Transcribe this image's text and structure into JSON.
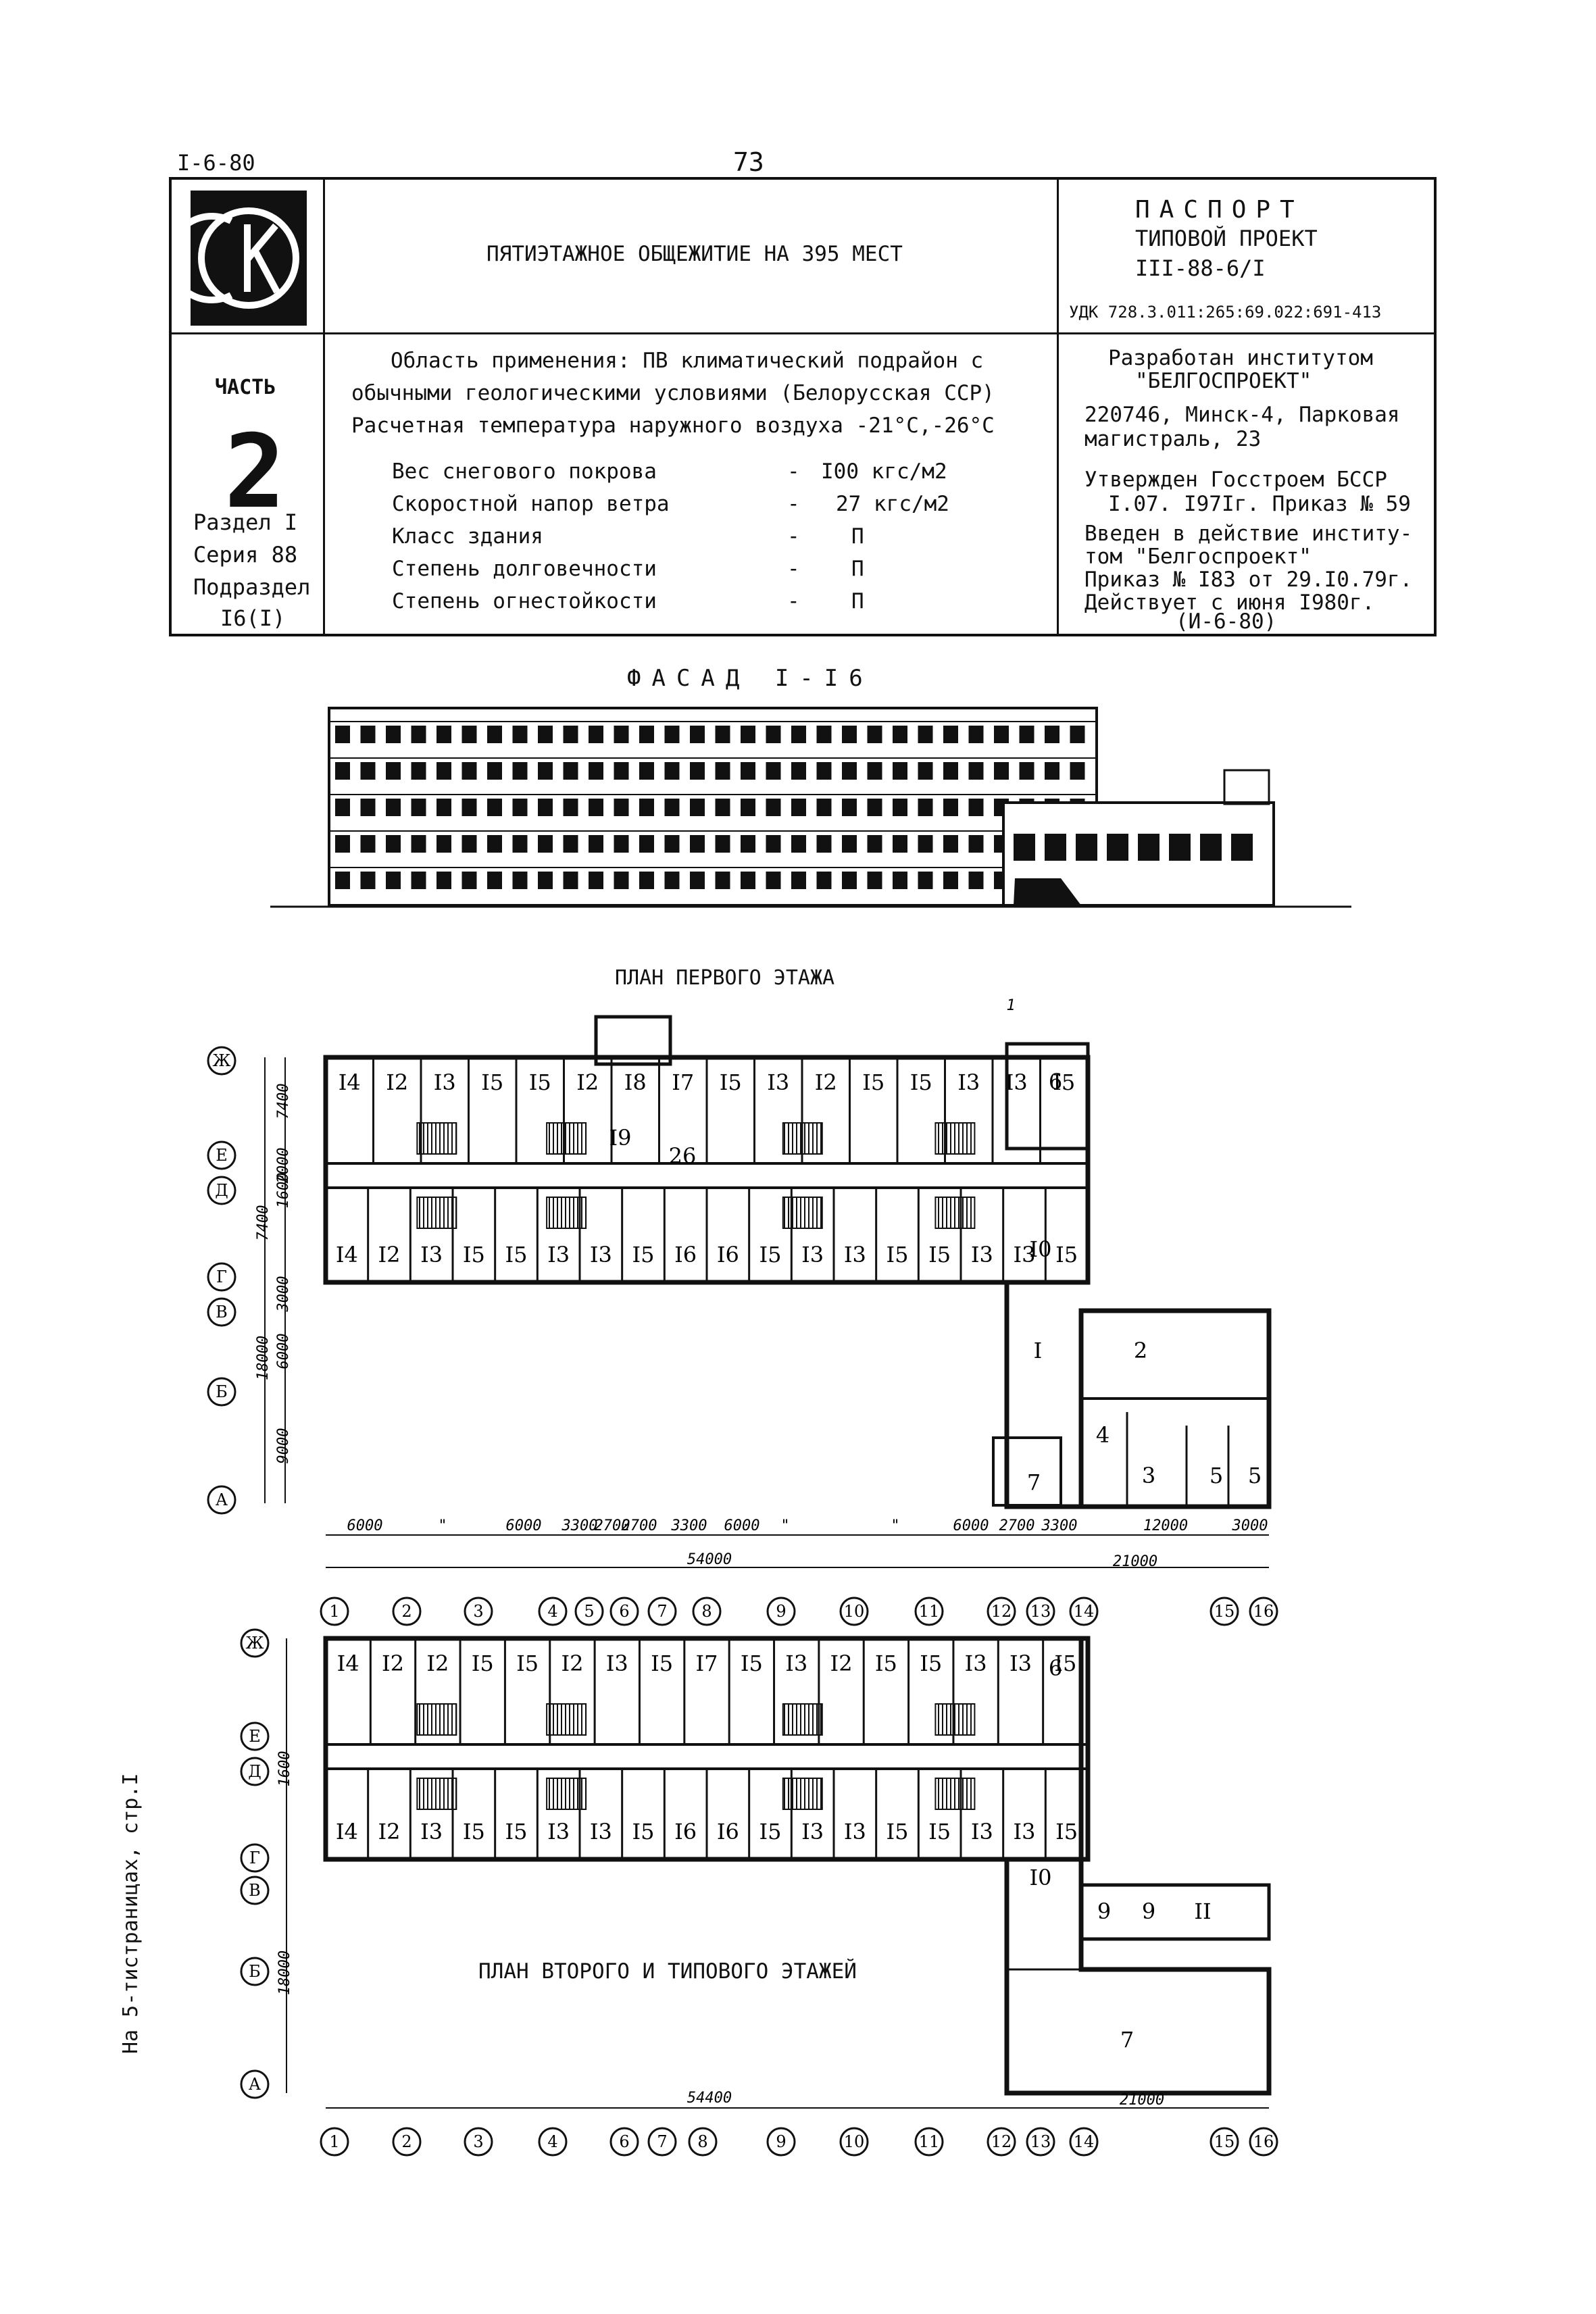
{
  "header": {
    "code": "I-6-80",
    "page_number": "73"
  },
  "passport": {
    "building_title": "ПЯТИЭТАЖНОЕ ОБЩЕЖИТИЕ НА 395 МЕСТ",
    "doc_title": "ПАСПОРТ",
    "doc_subtitle": "ТИПОВОЙ ПРОЕКТ",
    "project_number": "III-88-6/I",
    "udk": "УДК 728.3.011:265:69.022:691-413",
    "part_label": "ЧАСТЬ",
    "part_number": "2",
    "section_lines": [
      "Раздел I",
      "Серия 88",
      "Подраздел",
      "I6(I)"
    ],
    "area_lines": [
      "Область применения: ПВ климатический подрайон с",
      "обычными геологическими условиями (Белорусская ССР)",
      "Расчетная температура наружного воздуха -21°С,-26°С"
    ],
    "params": [
      {
        "name": "Вес снегового покрова",
        "dash": "-",
        "value": "I00 кгс/м2"
      },
      {
        "name": "Скоростной напор ветра",
        "dash": "-",
        "value": "27 кгс/м2"
      },
      {
        "name": "Класс здания",
        "dash": "-",
        "value": "П"
      },
      {
        "name": "Степень долговечности",
        "dash": "-",
        "value": "П"
      },
      {
        "name": "Степень огнестойкости",
        "dash": "-",
        "value": "П"
      }
    ],
    "developer_lines": [
      "Разработан институтом",
      "\"БЕЛГОСПРОЕКТ\"",
      "220746, Минск-4, Парковая",
      "магистраль, 23"
    ],
    "approval_lines": [
      "Утвержден Госстроем БССР",
      "I.07. I97Iг. Приказ № 59"
    ],
    "intro_lines": [
      "Введен в действие институ-",
      "том \"Белгоспроект\"",
      "Приказ № I83 от 29.I0.79г.",
      "Действует с июня I980г.",
      "(И-6-80)"
    ]
  },
  "facade": {
    "title": "ФАСАД I-I6"
  },
  "plan_first": {
    "title": "ПЛАН ПЕРВОГО ЭТАЖА",
    "rooms_top": [
      "I4",
      "I2",
      "I3",
      "I5",
      "I5",
      "I2",
      "I8",
      "I7",
      "I5",
      "I3",
      "I2",
      "I5",
      "I5",
      "I3",
      "I3",
      "I5"
    ],
    "rooms_bottom": [
      "I4",
      "I2",
      "I3",
      "I5",
      "I5",
      "I3",
      "I3",
      "I5",
      "I6",
      "I6",
      "I5",
      "I3",
      "I3",
      "I5",
      "I5",
      "I3",
      "I3",
      "I5"
    ],
    "rooms_other": [
      "I9",
      "26",
      "6",
      "I0",
      "I",
      "2",
      "3",
      "4",
      "5",
      "5",
      "7"
    ],
    "dims_vertical": [
      "7400",
      "2000",
      "1600",
      "7400",
      "3000",
      "6000",
      "18000",
      "9000"
    ],
    "dims_horizontal": [
      "6000",
      "\"",
      "6000",
      "3300",
      "2700",
      "2700",
      "3300",
      "6000",
      "\"",
      "\"",
      "6000",
      "2700",
      "3300",
      "12000",
      "3000"
    ],
    "totals": [
      "54000",
      "21000"
    ],
    "axes_letters": [
      "Ж",
      "Е",
      "Д",
      "Г",
      "В",
      "Б",
      "А"
    ],
    "axes_numbers": [
      "1",
      "2",
      "3",
      "4",
      "5",
      "6",
      "7",
      "8",
      "9",
      "10",
      "11",
      "12",
      "13",
      "14",
      "15",
      "16"
    ],
    "section_mark": "1"
  },
  "plan_typical": {
    "title": "ПЛАН ВТОРОГО И ТИПОВОГО ЭТАЖЕЙ",
    "rooms_top": [
      "I4",
      "I2",
      "I2",
      "I5",
      "I5",
      "I2",
      "I3",
      "I5",
      "I7",
      "I5",
      "I3",
      "I2",
      "I5",
      "I5",
      "I3",
      "I3",
      "I5"
    ],
    "rooms_bottom": [
      "I4",
      "I2",
      "I3",
      "I5",
      "I5",
      "I3",
      "I3",
      "I5",
      "I6",
      "I6",
      "I5",
      "I3",
      "I3",
      "I5",
      "I5",
      "I3",
      "I3",
      "I5"
    ],
    "rooms_other": [
      "6",
      "I0",
      "9",
      "9",
      "II",
      "7"
    ],
    "dims_vertical": [
      "1600",
      "18000"
    ],
    "totals": [
      "54400",
      "21000"
    ],
    "axes_letters": [
      "Ж",
      "Е",
      "Д",
      "Г",
      "В",
      "Б",
      "А"
    ],
    "axes_numbers": [
      "1",
      "2",
      "3",
      "4",
      "6",
      "7",
      "8",
      "9",
      "10",
      "11",
      "12",
      "13",
      "14",
      "15",
      "16"
    ]
  },
  "side_note": "На 5-тистраницах, стр.I"
}
